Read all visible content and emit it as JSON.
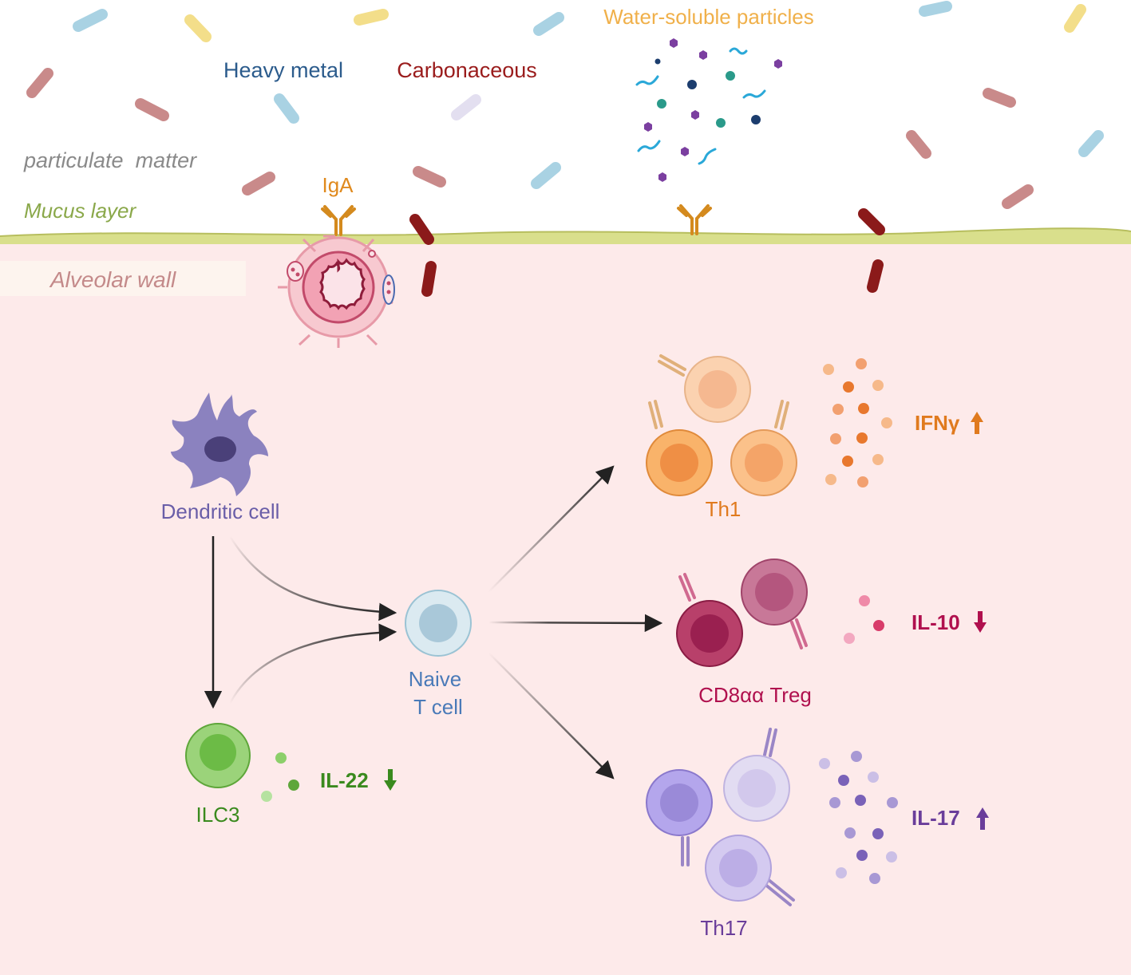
{
  "labels": {
    "particulate_matter": "particulate  matter",
    "mucus_layer": "Mucus layer",
    "alveolar_wall": "Alveolar wall",
    "heavy_metal": "Heavy metal",
    "carbonaceous": "Carbonaceous",
    "water_soluble": "Water-soluble particles",
    "iga": "IgA"
  },
  "cells": {
    "dendritic": "Dendritic cell",
    "naive_line1": "Naive",
    "naive_line2": "T cell",
    "ilc3": "ILC3",
    "th1": "Th1",
    "treg": "CD8αα Treg",
    "th17": "Th17"
  },
  "cytokines": [
    {
      "id": "ifng",
      "name": "IFNγ",
      "direction": "up",
      "color": "#e07a1e"
    },
    {
      "id": "il10",
      "name": "IL-10",
      "direction": "down",
      "color": "#b0104e"
    },
    {
      "id": "il17",
      "name": "IL-17",
      "direction": "up",
      "color": "#6a3d9a"
    },
    {
      "id": "il22",
      "name": "IL-22",
      "direction": "down",
      "color": "#3a8a1e"
    }
  ],
  "colors": {
    "tissue": "#fdeaea",
    "mucus": "#d9df8c",
    "heavy_metal": "#2b5b8c",
    "carbonaceous": "#9a1c1c",
    "water_soluble": "#f0b04a",
    "iga": "#e08a1e",
    "dendritic": "#7a70b0",
    "naive": "#4a7ab8",
    "ilc3": "#3a8a1e",
    "th1": "#e07a1e",
    "treg": "#b0104e",
    "th17": "#6a3d9a"
  }
}
